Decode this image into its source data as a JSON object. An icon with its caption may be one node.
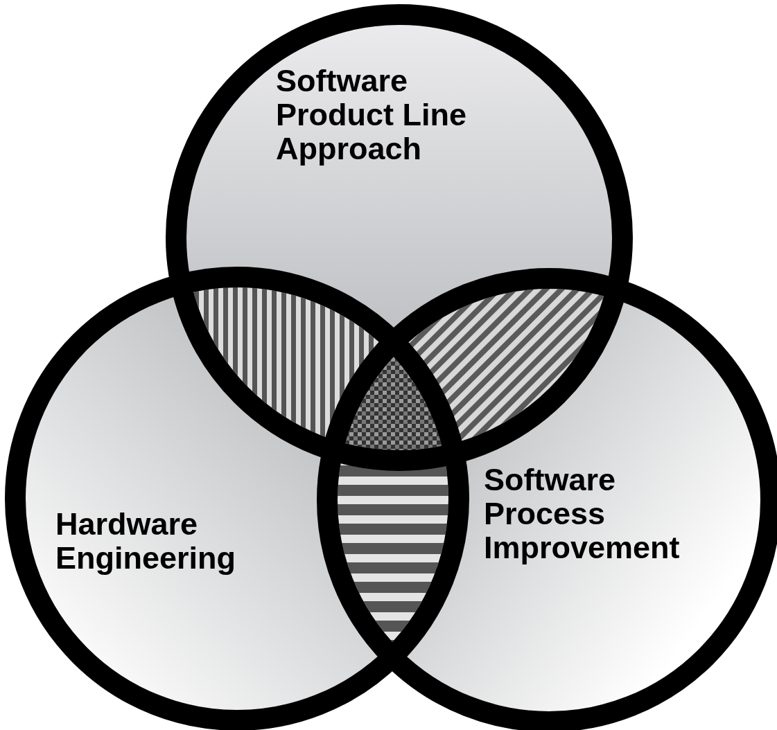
{
  "diagram": {
    "nodes": [
      {
        "text": [
          "Software Product Line Approach"
        ]
      },
      {
        "text": [
          "Hardware Engineering"
        ]
      },
      {
        "text": [
          "Software Process Improvement"
        ]
      }
    ]
  }
}
